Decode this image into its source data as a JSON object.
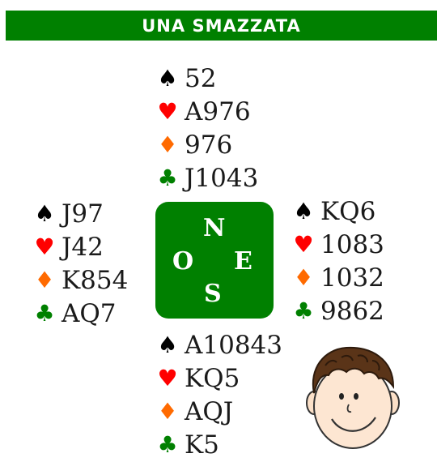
{
  "title": "UNA SMAZZATA",
  "suit_colors": {
    "spades": "#000000",
    "hearts": "#ff0000",
    "diamonds": "#ff6a00",
    "clubs": "#008000"
  },
  "suit_symbols": {
    "spades": "♠",
    "hearts": "♥",
    "diamonds": "♦",
    "clubs": "♣"
  },
  "hands": {
    "north": {
      "spades": "52",
      "hearts": "A976",
      "diamonds": "976",
      "clubs": "J1043"
    },
    "west": {
      "spades": "J97",
      "hearts": "J42",
      "diamonds": "K854",
      "clubs": "AQ7"
    },
    "east": {
      "spades": "KQ6",
      "hearts": "1083",
      "diamonds": "1032",
      "clubs": "9862"
    },
    "south": {
      "spades": "A10843",
      "hearts": "KQ5",
      "diamonds": "AQJ",
      "clubs": "K5"
    }
  },
  "compass": {
    "north": "N",
    "south": "S",
    "east": "E",
    "west": "O"
  },
  "table_color": "#008000",
  "face_icon": "smiling-boy-face"
}
